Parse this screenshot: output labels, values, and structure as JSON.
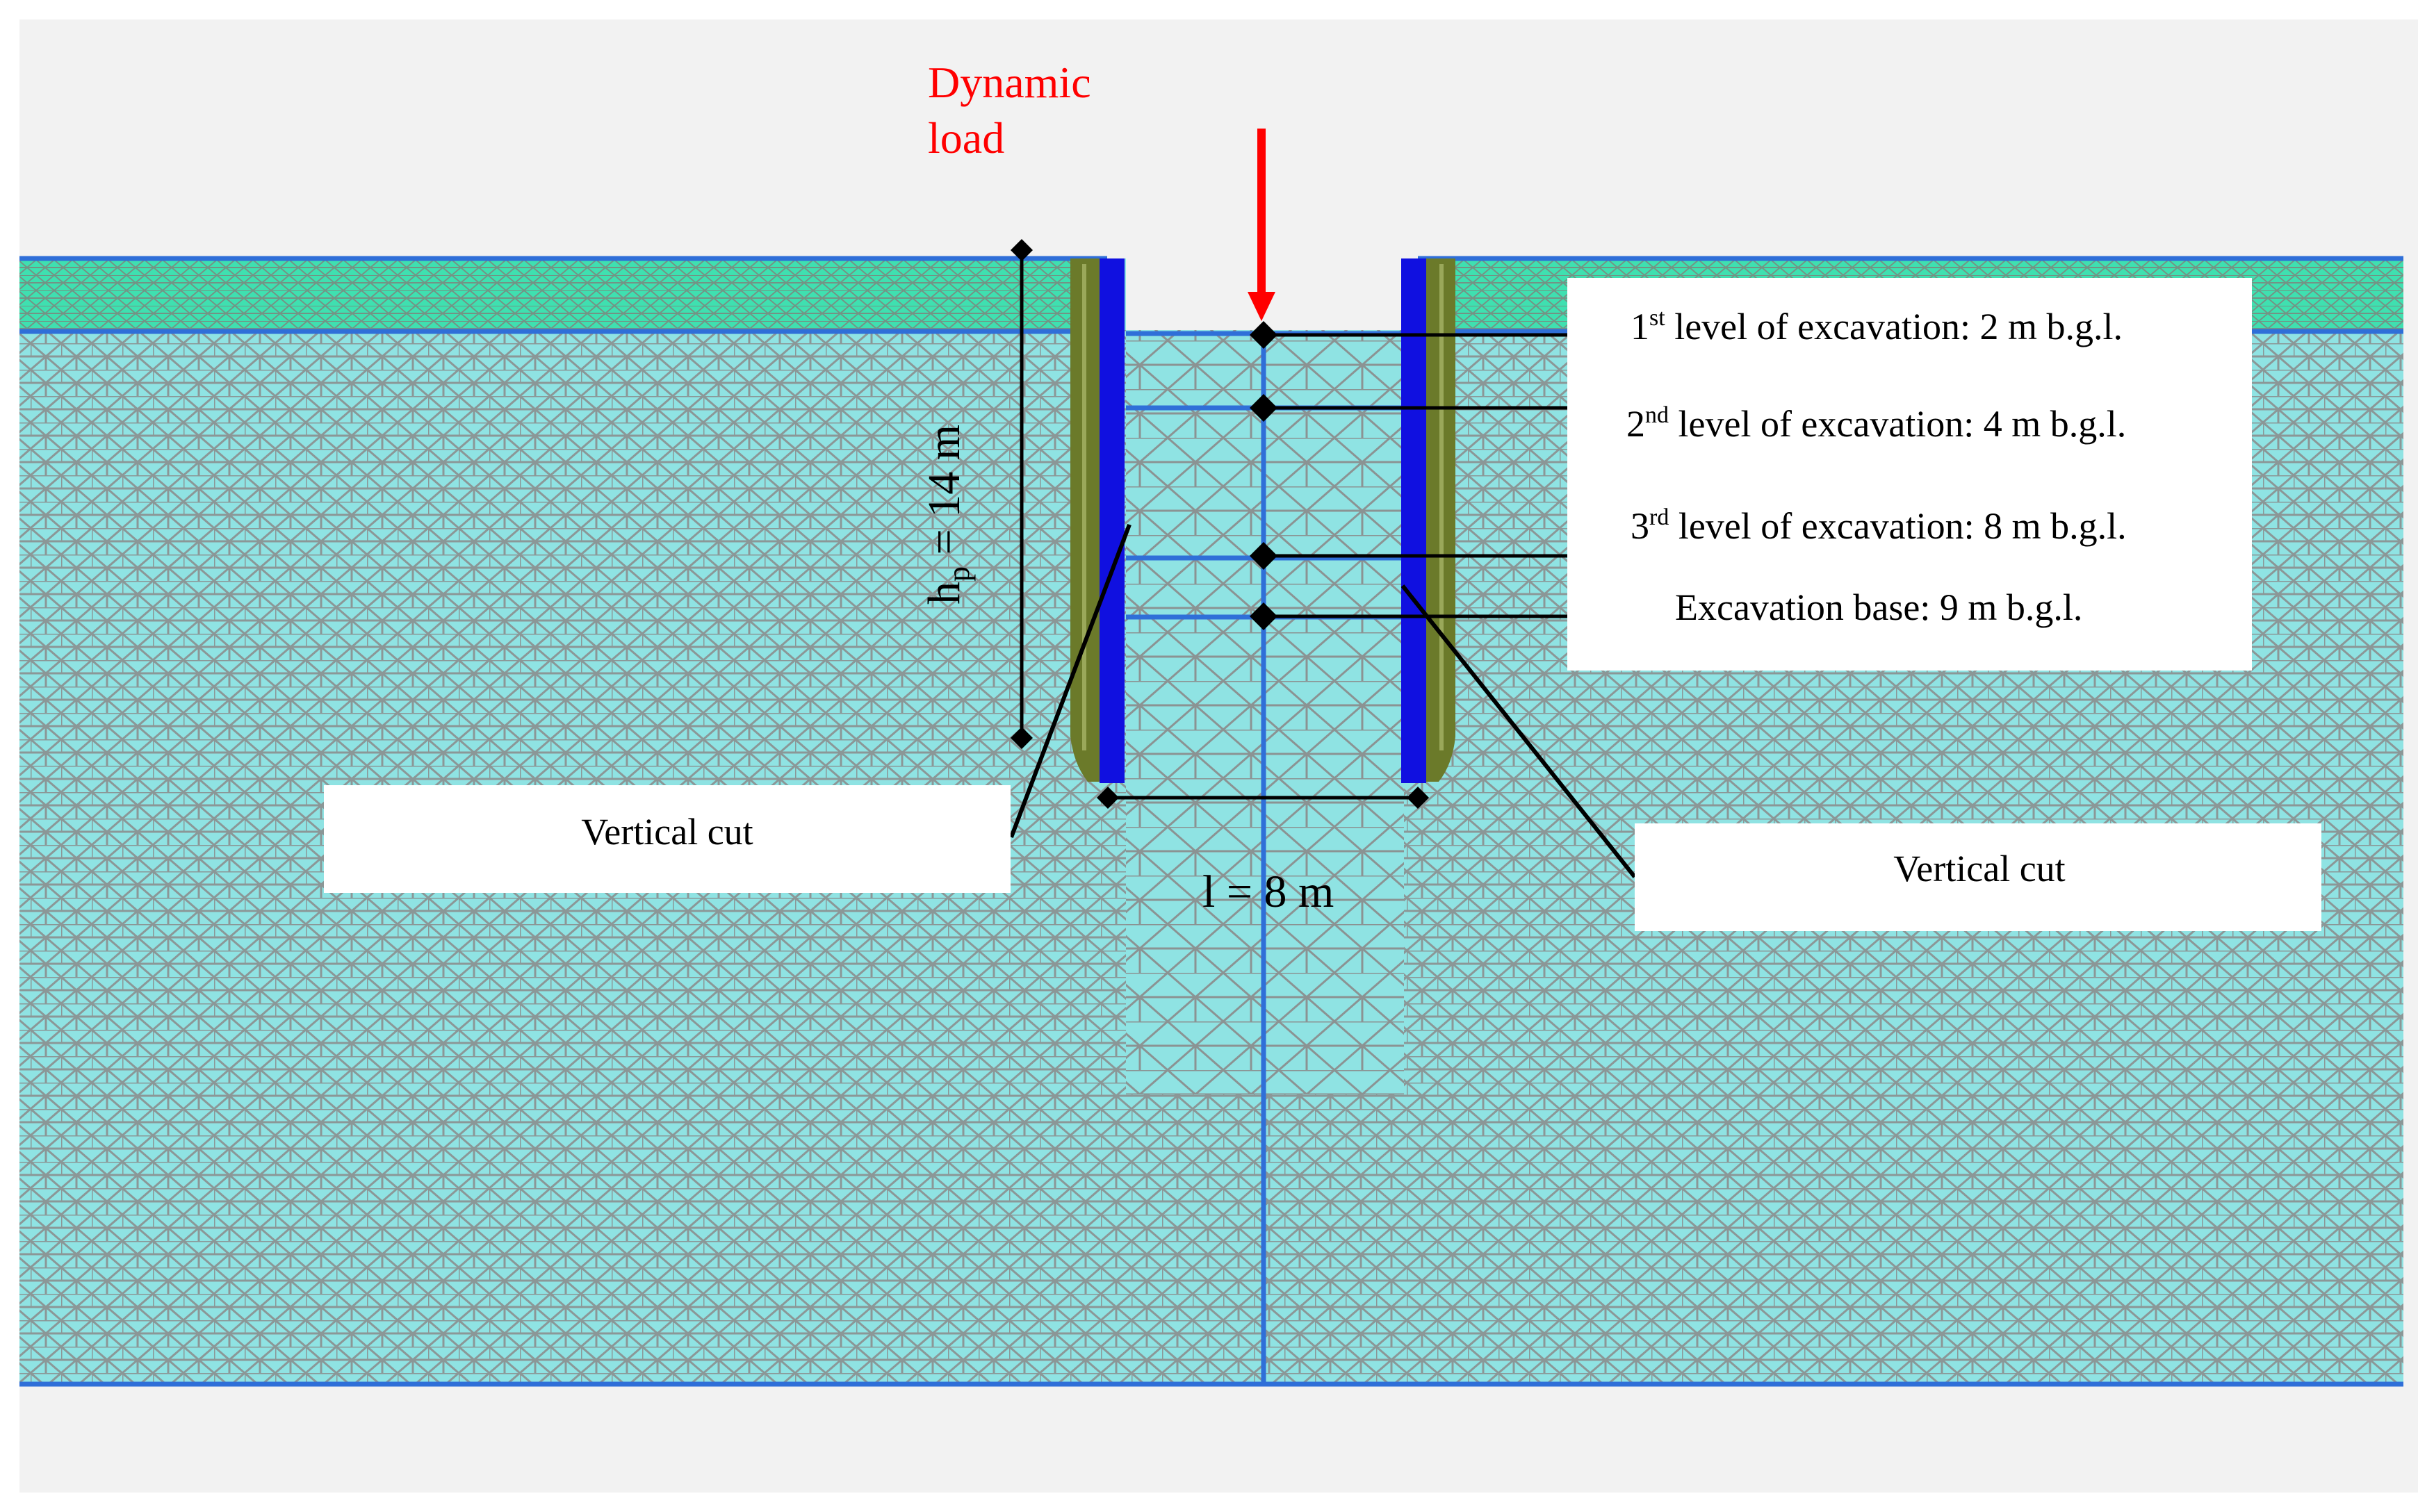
{
  "labels": {
    "dynamic_load_line1": "Dynamic",
    "dynamic_load_line2": "load",
    "pile_height": "h",
    "pile_height_sub": "p",
    "pile_height_value": " = 14 m",
    "width": "l = 8 m",
    "vertical_cut_left": "Vertical cut",
    "vertical_cut_right": "Vertical cut",
    "level1_num": "1",
    "level1_sup": "st",
    "level1_text": " level of excavation: 2 m b.g.l.",
    "level2_num": "2",
    "level2_sup": "nd",
    "level2_text": " level of excavation: 4 m b.g.l.",
    "level3_num": "3",
    "level3_sup": "rd",
    "level3_text": " level of excavation: 8 m b.g.l.",
    "base_text": "Excavation base: 9 m b.g.l."
  },
  "colors": {
    "background": "#f2f2f2",
    "soil": "#8fe3e3",
    "top_layer": "#3fe0b0",
    "mesh": "#8a8a8a",
    "boundary": "#2f6fd8",
    "wall": "#1010e0",
    "grout": "#6b7a2a",
    "load_arrow": "#ff0000",
    "dynamic_load_text": "#ff0000"
  }
}
